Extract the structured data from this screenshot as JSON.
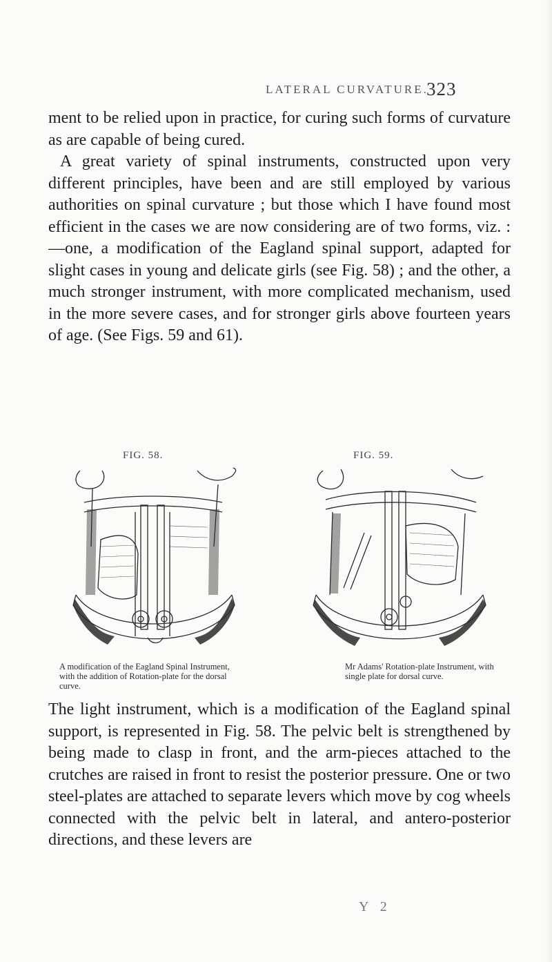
{
  "header": {
    "running_title": "LATERAL CURVATURE.",
    "page_number": "323"
  },
  "paragraphs": [
    "ment to be relied upon in practice, for curing such forms of curvature as are capable of being cured.",
    "A great variety of spinal instruments, constructed upon very different principles, have been and are still employed by various authorities on spinal curvature ; but those which I have found most efficient in the cases we are now considering are of two forms, viz. :—one, a modification of the Eagland spinal support, adapted for slight cases in young and delicate girls (see Fig. 58) ; and the other, a much stronger instrument, with more complicated mechanism, used in the more severe cases, and for stronger girls above fourteen years of age. (See Figs. 59 and 61).",
    "The light instrument, which is a modification of the Eagland spinal support, is represented in Fig. 58. The pelvic belt is strengthened by being made to clasp in front, and the arm-pieces attached to the crutches are raised in front to resist the posterior pressure. One or two steel-plates are attached to separate levers which move by cog wheels connected with the pelvic belt in lateral, and antero-posterior directions, and these levers are"
  ],
  "figures": [
    {
      "label": "FIG. 58.",
      "caption": "A modification of the Eagland Spinal Instrument, with the addition of Rotation-plate for the dorsal curve."
    },
    {
      "label": "FIG. 59.",
      "caption": "Mr Adams' Rotation-plate Instrument, with single plate for dorsal curve."
    }
  ],
  "signature_mark": "Y 2",
  "colors": {
    "paper": "#fbfbf9",
    "ink": "#1e1e1e",
    "engraving": "#2a2a2a"
  }
}
